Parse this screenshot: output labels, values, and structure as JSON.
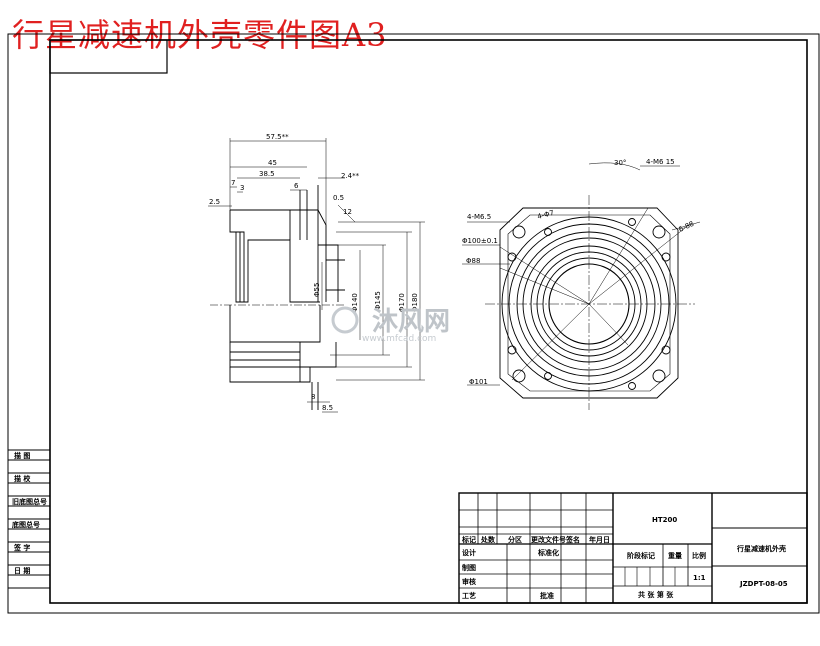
{
  "title": "行星减速机外壳零件图A3",
  "left_strip": [
    "描 图",
    "描 校",
    "旧底图总号",
    "底图总号",
    "签 字",
    "日 期"
  ],
  "title_block": {
    "header_cells": [
      "标记",
      "处数",
      "分区",
      "更改文件号",
      "签名",
      "年月日"
    ],
    "row_labels": [
      "设计",
      "制图",
      "审核",
      "工艺"
    ],
    "std_label": "标准化",
    "approve_label": "批准",
    "stage_label": "阶段标记",
    "weight_label": "重量",
    "scale_label": "比例",
    "scale_value": "1:1",
    "sheet_label": "共  张  第  张",
    "material": "HT200",
    "drawing_name": "行星减速机外壳",
    "drawing_code": "JZDPT-08-05"
  },
  "dims_left": [
    "57.5**",
    "45",
    "38.5",
    "7",
    "3",
    "6",
    "2.5",
    "2.4**",
    "0.5",
    "12",
    "8",
    "8.5"
  ],
  "dims_vert": [
    "Φ55",
    "Φ145",
    "Φ140",
    "Φ170",
    "Φ180"
  ],
  "dims_right": [
    "30°",
    "4-M6 15",
    "4-M6.5",
    "Φ100±0.1",
    "Φ88",
    "Φ101",
    "6-88",
    "4-Φ7"
  ],
  "watermark": {
    "brand": "沐风网",
    "url": "www.mfcad.com"
  }
}
